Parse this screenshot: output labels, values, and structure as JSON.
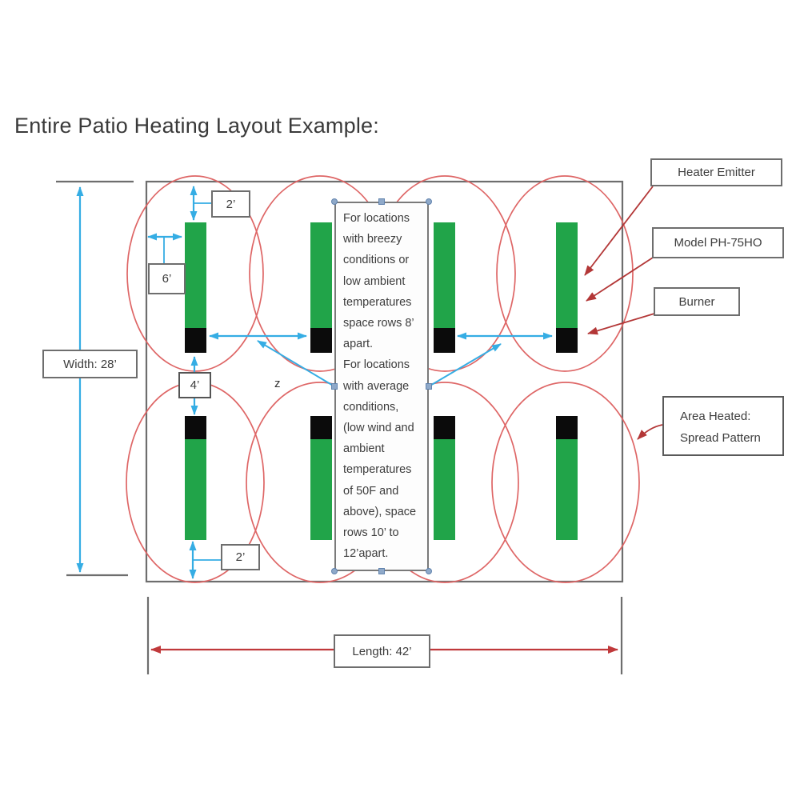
{
  "title": "Entire Patio Heating Layout Example:",
  "colors": {
    "green_emitter": "#21A449",
    "black_burner": "#0b0b0b",
    "red_spread": "#DE6666",
    "red_annotation": "#B33737",
    "red_length": "#C0393B",
    "cyan_dimension": "#35ADE4",
    "gray_border": "#6E6E6E",
    "handle_fill": "#8FA9C9",
    "handle_stroke": "#6183AE",
    "text_dark": "#3C3C3C"
  },
  "callouts": {
    "heater_emitter": "Heater Emitter",
    "model": "Model PH-75HO",
    "burner": "Burner",
    "area_heated_line1": "Area Heated:",
    "area_heated_line2": "Spread Pattern"
  },
  "dimensions": {
    "width": "Width: 28’",
    "length": "Length: 42’",
    "top_spacing": "2’",
    "side_spacing": "6’",
    "row_gap": "4’",
    "bottom_spacing": "2’",
    "stray_char": "z"
  },
  "note": {
    "text": "For locations\nwith breezy\nconditions or\nlow ambient\ntemperatures\nspace rows 8’\napart.\nFor locations\nwith average\nconditions,\n(low wind and\nambient\ntemperatures\nof 50F and\nabove), space\nrows 10’ to\n12’apart."
  },
  "diagram": {
    "heater_rows": 2,
    "heater_columns": 4,
    "heater_count": 8
  }
}
